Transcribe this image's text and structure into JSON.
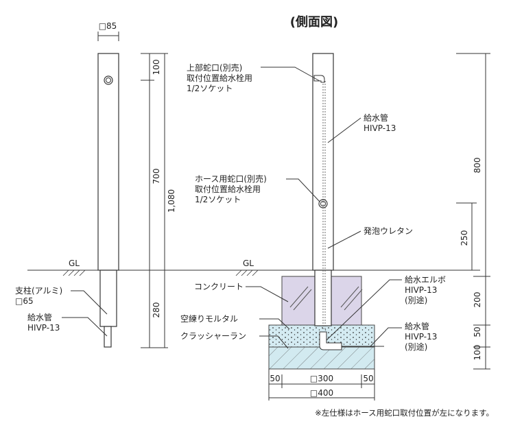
{
  "title": "(側面図)",
  "front": {
    "top_width": "□85",
    "dims": {
      "d100": "100",
      "d700": "700",
      "d1080": "1,080",
      "d280": "280"
    },
    "gl": "GL",
    "post_label_1": "支柱(アルミ)",
    "post_label_2": "□65",
    "pipe_label_1": "給水管",
    "pipe_label_2": "HIVP-13"
  },
  "side": {
    "gl": "GL",
    "upper_tap_1": "上部蛇口(別売)",
    "upper_tap_2": "取付位置給水栓用",
    "upper_tap_3": "1/2ソケット",
    "hose_tap_1": "ホース用蛇口(別売)",
    "hose_tap_2": "取付位置給水栓用",
    "hose_tap_3": "1/2ソケット",
    "pipe_1": "給水管",
    "pipe_2": "HIVP-13",
    "foam": "発泡ウレタン",
    "concrete": "コンクリート",
    "mortar": "空練りモルタル",
    "crusher": "クラッシャーラン",
    "elbow_1": "給水エルボ",
    "elbow_2": "HIVP-13",
    "elbow_3": "(別途)",
    "supply_1": "給水管",
    "supply_2": "HIVP-13",
    "supply_3": "(別途)",
    "dims": {
      "d800": "800",
      "d250": "250",
      "d200": "200",
      "d50": "50",
      "d100": "100"
    },
    "bottom": {
      "left": "50",
      "mid": "□300",
      "right": "50",
      "total": "□400"
    }
  },
  "footnote": "※左仕様はホース用蛇口取付位置が左になります。",
  "colors": {
    "concrete": "#d9d3e8",
    "mortar": "#d3ecf3",
    "crusher": "#cde9ef",
    "line": "#333333"
  }
}
